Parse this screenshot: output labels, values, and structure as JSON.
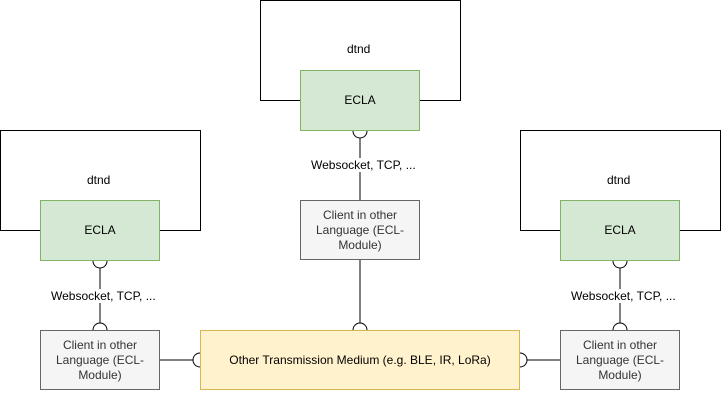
{
  "daemons": [
    {
      "title": "dtnd",
      "ecla_label": "ECLA",
      "connector_label": "Websocket, TCP, ...",
      "client_label": "Client in other Language (ECL-Module)"
    },
    {
      "title": "dtnd",
      "ecla_label": "ECLA",
      "connector_label": "Websocket, TCP, ...",
      "client_label": "Client in other Language (ECL-Module)"
    },
    {
      "title": "dtnd",
      "ecla_label": "ECLA",
      "connector_label": "Websocket, TCP, ...",
      "client_label": "Client in other Language (ECL-Module)"
    }
  ],
  "medium": {
    "label": "Other Transmission Medium (e.g. BLE, IR, LoRa)"
  },
  "colors": {
    "ecla_fill": "#d5e8d4",
    "ecla_stroke": "#82b366",
    "client_fill": "#f5f5f5",
    "client_stroke": "#666666",
    "medium_fill": "#fff2cc",
    "medium_stroke": "#d6b656"
  }
}
